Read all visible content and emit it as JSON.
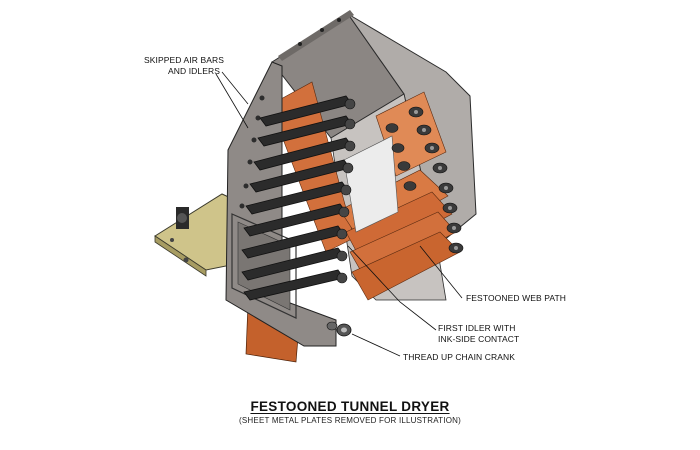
{
  "diagram": {
    "title": "FESTOONED TUNNEL DRYER",
    "subtitle": "(SHEET METAL PLATES REMOVED FOR ILLUSTRATION)",
    "callouts": {
      "skipped_air_bars": {
        "line1": "SKIPPED AIR BARS",
        "line2": "AND IDLERS"
      },
      "festooned_web_path": {
        "line1": "FESTOONED WEB PATH"
      },
      "first_idler": {
        "line1": "FIRST IDLER WITH",
        "line2": "INK-SIDE CONTACT"
      },
      "thread_up_crank": {
        "line1": "THREAD UP CHAIN CRANK"
      }
    }
  },
  "colors": {
    "web": "#d2703c",
    "web_dark": "#a9542a",
    "housing": "#9b9693",
    "housing_dark": "#6e6a67",
    "air_bar": "#2b2b2b",
    "base_plate": "#cfc48a",
    "line": "#111111"
  }
}
